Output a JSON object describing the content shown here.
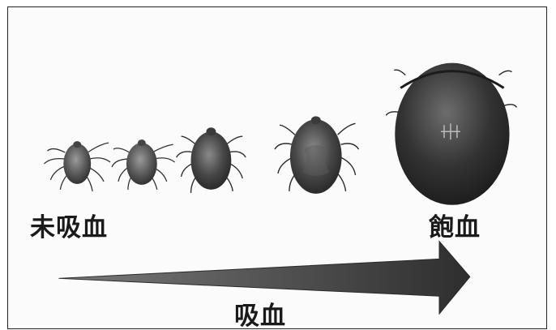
{
  "labels": {
    "unfed": "未吸血",
    "engorged": "飽血",
    "feeding": "吸血"
  },
  "ticks": [
    {
      "stage": 1,
      "desc": "tick-unfed-1"
    },
    {
      "stage": 2,
      "desc": "tick-unfed-2"
    },
    {
      "stage": 3,
      "desc": "tick-partially-fed"
    },
    {
      "stage": 4,
      "desc": "tick-mostly-fed"
    },
    {
      "stage": 5,
      "desc": "tick-engorged"
    }
  ],
  "colors": {
    "arrow": "#3a3a3a",
    "tick_body": "#4a4a4a",
    "engorged_body": "#2b2b2b",
    "border": "#222222"
  }
}
